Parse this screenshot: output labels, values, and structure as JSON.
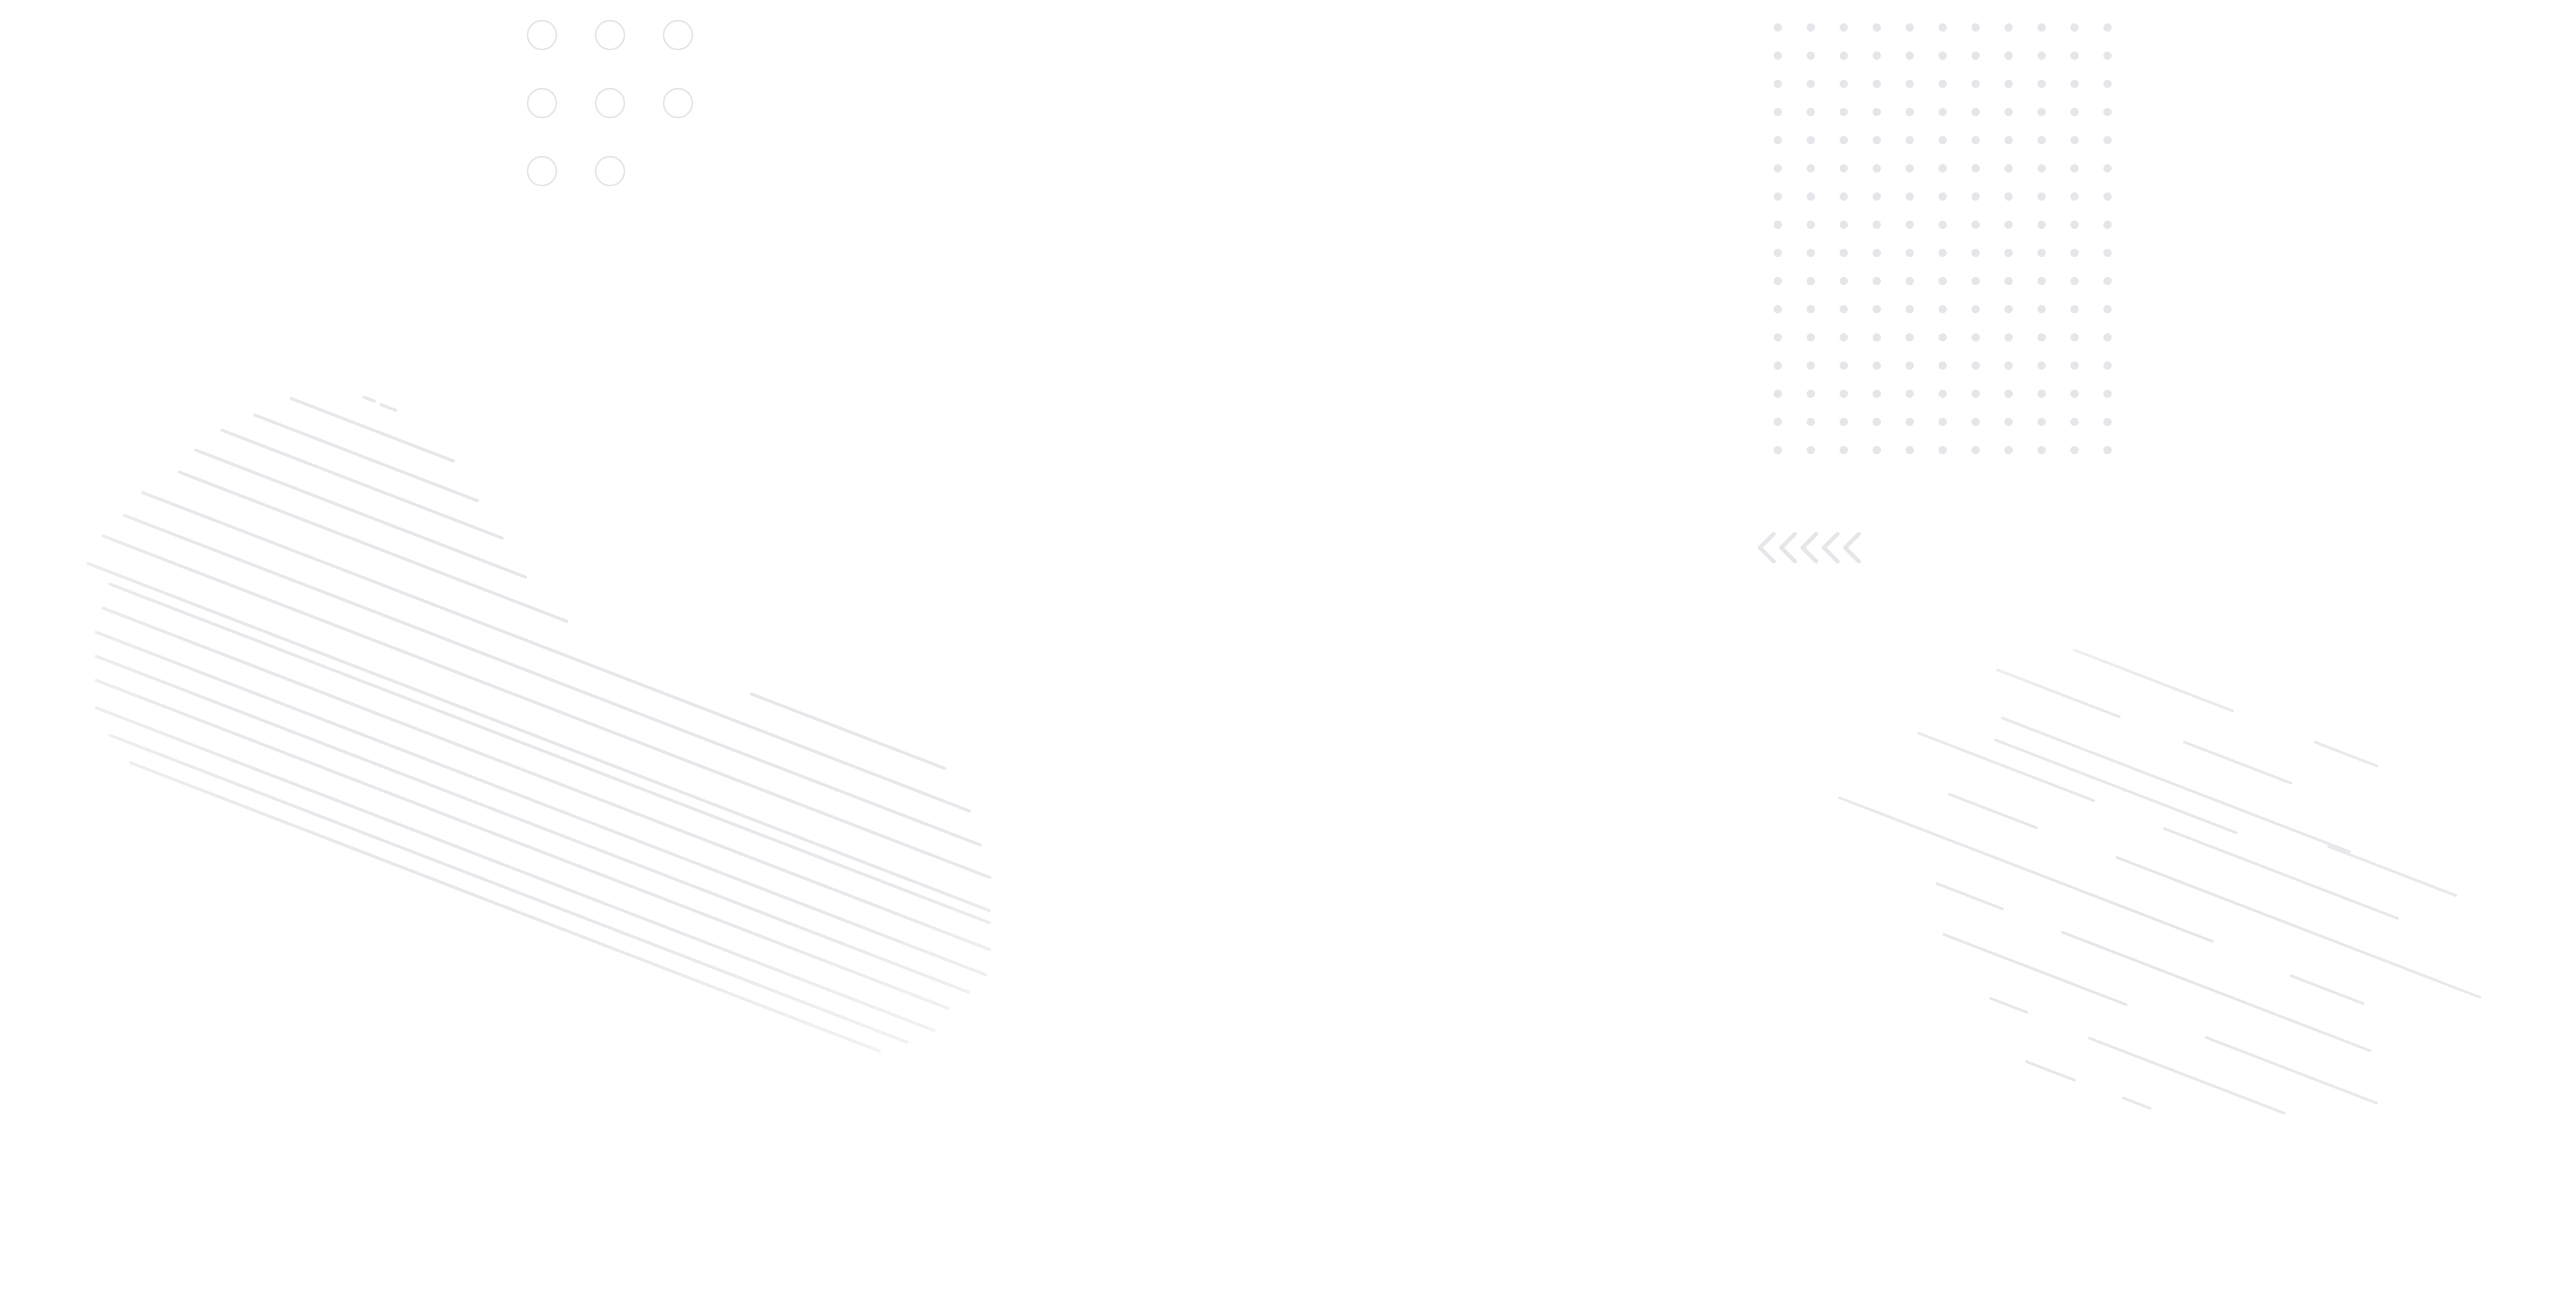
{
  "background": {
    "color": "#ffffff",
    "pattern_color": "#e6e6ea",
    "decorations": {
      "ring_grid": {
        "rows": 3,
        "cols": 3,
        "count": 8
      },
      "dot_grid": {
        "rows": 16,
        "cols": 11
      },
      "chevrons": {
        "count": 5,
        "icon": "chevron-left-icon"
      },
      "left_stripes": "diagonal-line-pattern",
      "right_stripes": "diagonal-dash-pattern"
    }
  }
}
